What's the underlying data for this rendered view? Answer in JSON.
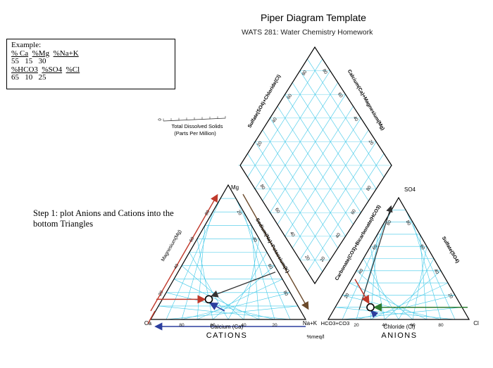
{
  "header": {
    "title": "Piper Diagram Template",
    "subtitle": "WATS 281: Water Chemistry Homework"
  },
  "example": {
    "heading": "Example:",
    "cation_header_ca": "% Ca",
    "cation_header_mg": "%Mg",
    "cation_header_nak": "%Na+K",
    "cation_values": "55   15   30",
    "anion_header_hco3": "%HCO3",
    "anion_header_so4": "%SO4",
    "anion_header_cl": "%Cl",
    "anion_values": "65   10   25"
  },
  "instructions": {
    "step1": "Step 1:  plot Anions and Cations into the bottom Triangles"
  },
  "tds": {
    "tick_zero": "0",
    "label_line1": "Total Dissolved Solids",
    "label_line2": "(Parts Per Million)"
  },
  "cation_triangle": {
    "apex_label": "Mg",
    "left_corner_label": "Ca",
    "right_corner_label": "Na+K",
    "left_axis_label": "Magnesium(Mg)",
    "right_axis_label": "Sodium(Na)+Potassium(K)",
    "bottom_axis_label": "Calcium (Ca)",
    "group_label": "CATIONS",
    "bottom_ticks": [
      "80",
      "60",
      "40",
      "20"
    ],
    "left_ticks": [
      "80",
      "60",
      "40",
      "20"
    ],
    "right_ticks": [
      "20",
      "40",
      "60",
      "80"
    ]
  },
  "anion_triangle": {
    "apex_label": "SO4",
    "left_corner_label": "HCO3+CO3",
    "right_corner_label": "Cl",
    "left_axis_label": "Carbonate(CO3)+Bicarbonate(HCO3)",
    "right_axis_label": "Sulfate(SO4)",
    "bottom_axis_label": "Chloride (Cl)",
    "group_label": "ANIONS",
    "bottom_ticks": [
      "20",
      "40",
      "60",
      "80"
    ],
    "left_ticks": [
      "80",
      "60",
      "40",
      "20"
    ],
    "right_ticks": [
      "80",
      "60",
      "40",
      "20"
    ]
  },
  "diamond": {
    "upper_left_axis_label": "Sulfate(SO4)+Chloride(Cl)",
    "upper_right_axis_label": "Calcium(Ca)+Magnesium(Mg)",
    "upper_left_ticks": [
      "20",
      "40",
      "60",
      "80"
    ],
    "upper_right_ticks": [
      "80",
      "60",
      "40",
      "20"
    ],
    "lower_left_ticks": [
      "80",
      "60",
      "40",
      "20"
    ],
    "lower_right_ticks": [
      "20",
      "40",
      "60",
      "80"
    ]
  },
  "center_label": "%meq/l",
  "colors": {
    "grid": "#3ec8e8",
    "outline": "#000000",
    "ca_axis": "#c0392b",
    "na_axis": "#6b4a2b",
    "mg_axis": "#c0392b",
    "calcium_axis": "#2c3e9e",
    "anion_axis": "#2e7d32"
  },
  "samples": [
    {
      "triangle": "cation",
      "ca": 55,
      "mg": 15,
      "nak": 30
    },
    {
      "triangle": "anion",
      "hco3": 65,
      "so4": 10,
      "cl": 25
    }
  ]
}
